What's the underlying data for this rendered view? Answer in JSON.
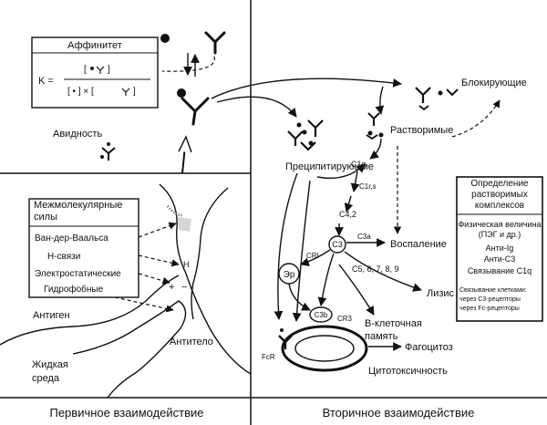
{
  "labels": {
    "affinity_title": "Аффинитет",
    "affinity_k": "K =",
    "avidity": "Авидность",
    "intermolecular_forces_title": "Межмолекулярные силы",
    "forces": [
      "Ван-дер-Ваальса",
      "Н-связи",
      "Электростатические",
      "Гидрофобные"
    ],
    "antigen": "Антиген",
    "antibody": "Антитело",
    "liquid_medium": "Жидкая среда",
    "blocking": "Блокирующие",
    "soluble": "Растворимые",
    "precipitating": "Преципитирующие",
    "c1q": "C1q",
    "c1r_s": "C1r,s",
    "c42": "C4,2",
    "c3": "C3",
    "c3a": "C3a",
    "inflammation": "Воспаление",
    "c56789": "C5, 6, 7, 8, 9",
    "lysis": "Лизис",
    "cr1": "CRI",
    "er": "Эр",
    "c3b": "C3b",
    "cr3": "CR3",
    "b_memory": "В-клеточная память",
    "fcr": "FcR",
    "phagocytosis": "Фагоцитоз",
    "cytotoxicity": "Цитотоксичность",
    "h_label": "H"
  },
  "determination_box": {
    "title": "Определение растворимых комплексов",
    "lines": [
      "Физическая величина",
      "(ПЭГ и др.)",
      "Анти-Ig",
      "Анти-C3",
      "Связывание C1q"
    ],
    "small_lines": [
      "Связывание клетками:",
      "через C3-рецепторы",
      "через Fc-рецепторы"
    ]
  },
  "footer": {
    "left": "Первичное взаимодействие",
    "right": "Вторичное взаимодействие"
  }
}
